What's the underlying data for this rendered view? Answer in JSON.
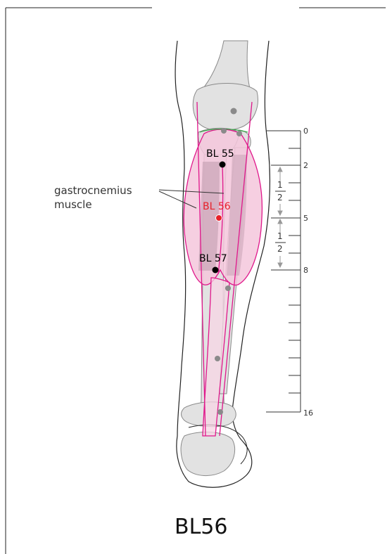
{
  "title": "BL56",
  "points": [
    {
      "label": "BL 55",
      "highlight": false
    },
    {
      "label": "BL 56",
      "highlight": true
    },
    {
      "label": "BL 57",
      "highlight": false
    }
  ],
  "muscle_label": {
    "line1": "gastrocnemius",
    "line2": "muscle"
  },
  "scale": {
    "labels": [
      "0",
      "2",
      "5",
      "8",
      "16"
    ],
    "fraction": {
      "numerator": "1",
      "denominator": "2"
    }
  },
  "colors": {
    "muscle_fill": "#f5c7dc",
    "muscle_stroke": "#e0178b",
    "bone_fill": "#e2e2e2",
    "bone_stroke": "#8a8a8a",
    "highlight_point": "#e8202a",
    "point": "#000000",
    "marker": "#8a8a8a",
    "green_line": "#3aa54a"
  }
}
